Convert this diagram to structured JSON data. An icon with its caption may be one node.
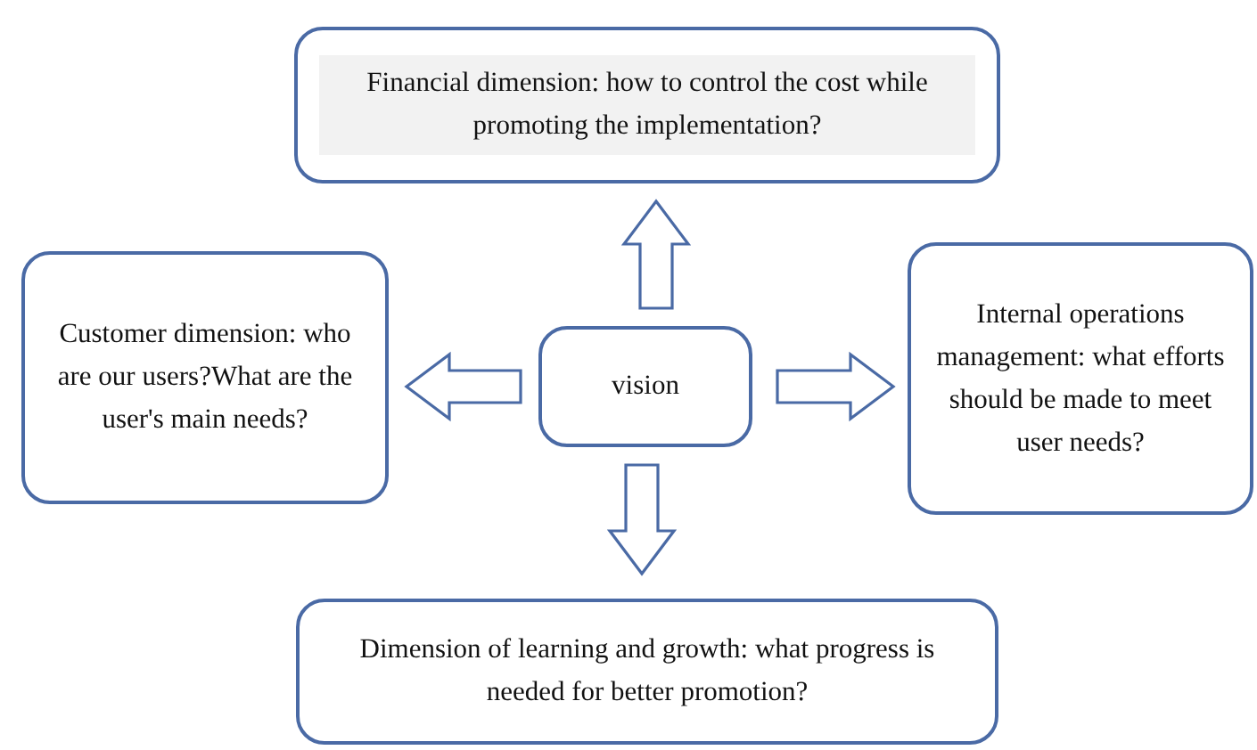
{
  "diagram": {
    "nodes": [
      {
        "text": [
          "vision"
        ]
      },
      {
        "text": [
          "Financial dimension: how to control the cost while promoting the implementation?"
        ]
      },
      {
        "text": [
          "Customer dimension: who are our users?What are the user's main needs?"
        ]
      },
      {
        "text": [
          "Internal operations management: what efforts should be made to meet user needs?"
        ]
      },
      {
        "text": [
          "Dimension of learning and growth: what progress is needed for better promotion?"
        ]
      }
    ],
    "edges": [
      {
        "from": 0,
        "to": 1,
        "arrow": "to"
      },
      {
        "from": 0,
        "to": 2,
        "arrow": "to"
      },
      {
        "from": 0,
        "to": 3,
        "arrow": "to"
      },
      {
        "from": 0,
        "to": 4,
        "arrow": "to"
      }
    ]
  }
}
